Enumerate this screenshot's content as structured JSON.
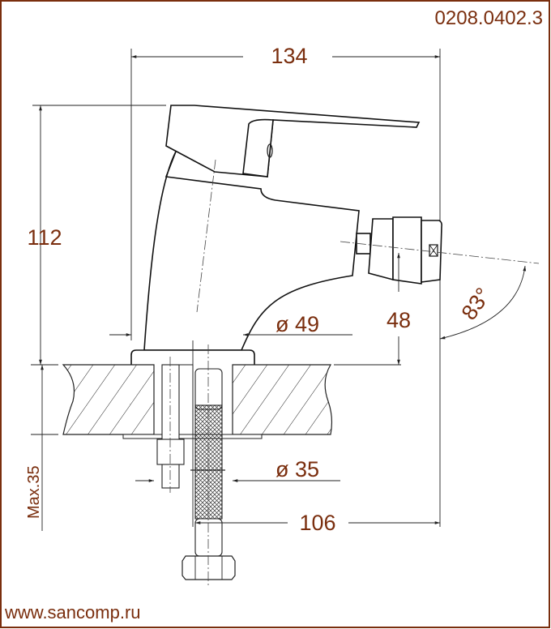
{
  "drawing": {
    "product_code": "0208.0402.3",
    "website": "www.sancomp.ru",
    "accent_color": "#7a2e0e",
    "dimensions": {
      "width": "134",
      "height": "112",
      "outlet_height": "48",
      "angle": "83°",
      "base_diameter": "ø 49",
      "hole_diameter": "ø 35",
      "hose_offset": "106",
      "max_thickness": "Max.35"
    }
  }
}
